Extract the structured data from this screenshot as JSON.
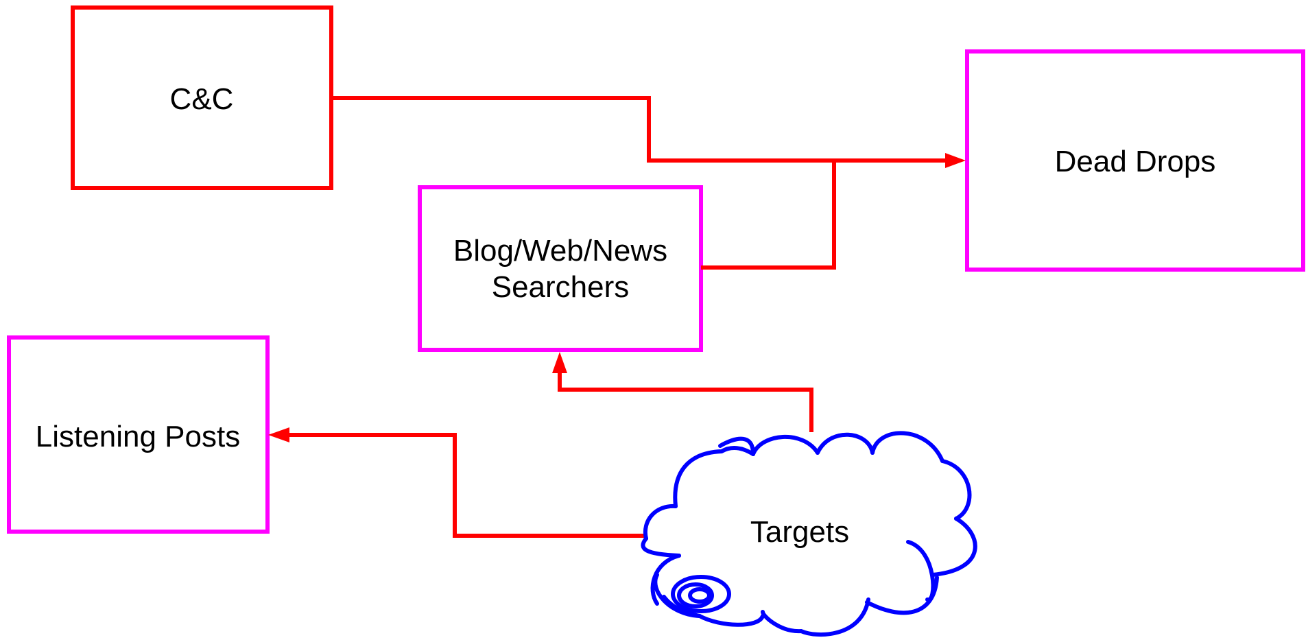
{
  "colors": {
    "background": "#ffffff",
    "connector": "#ff0000",
    "cnc_border": "#ff0000",
    "node_border": "#ff00ff",
    "cloud": "#0000ff",
    "text": "#000000"
  },
  "nodes": {
    "cnc": {
      "label": "C&C"
    },
    "dead_drops": {
      "label": "Dead Drops"
    },
    "searchers": {
      "line1": "Blog/Web/News",
      "line2": "Searchers"
    },
    "listening_posts": {
      "label": "Listening Posts"
    },
    "targets": {
      "label": "Targets",
      "shape": "cloud"
    }
  },
  "edges": [
    {
      "from": "C&C",
      "to": "Dead Drops",
      "arrow": "end"
    },
    {
      "from": "Blog/Web/News Searchers",
      "to": "Dead Drops",
      "arrow": "shared"
    },
    {
      "from": "Targets",
      "to": "Blog/Web/News Searchers",
      "arrow": "end"
    },
    {
      "from": "Targets",
      "to": "Listening Posts",
      "arrow": "end"
    }
  ]
}
